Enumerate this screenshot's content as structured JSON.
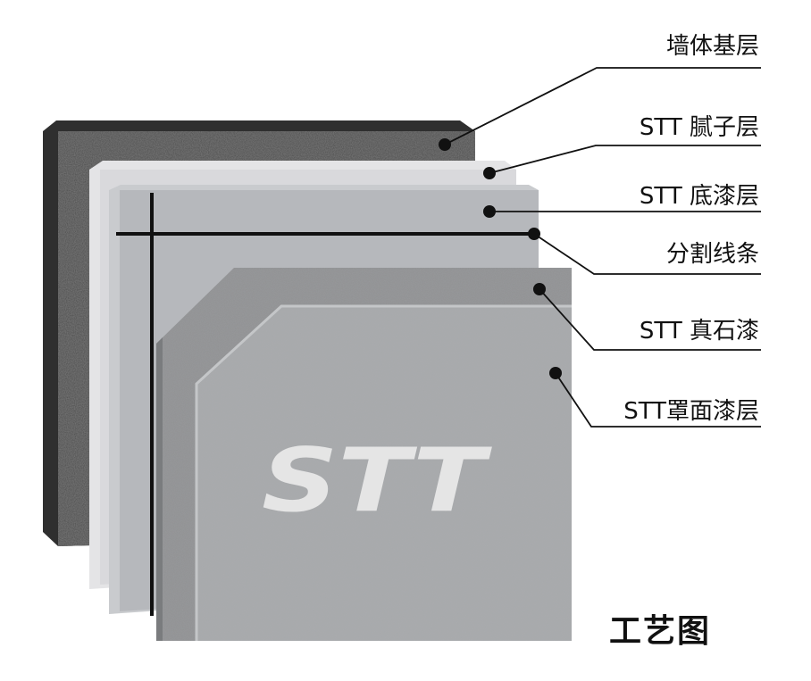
{
  "labels": {
    "wall_base": "墙体基层",
    "putty": "STT 腻子层",
    "primer": "STT 底漆层",
    "dividing_line": "分割线条",
    "stone_paint": "STT 真石漆",
    "topcoat": "STT罩面漆层"
  },
  "panel_logo": "STT",
  "caption": "工艺图",
  "colors": {
    "wall_base": "#4a4a4a",
    "putty": "#d9d9dc",
    "primer": "#b6b8bc",
    "stone_paint": "#8f9193",
    "topcoat": "#a6a8aa",
    "divider_line": "#111111"
  }
}
